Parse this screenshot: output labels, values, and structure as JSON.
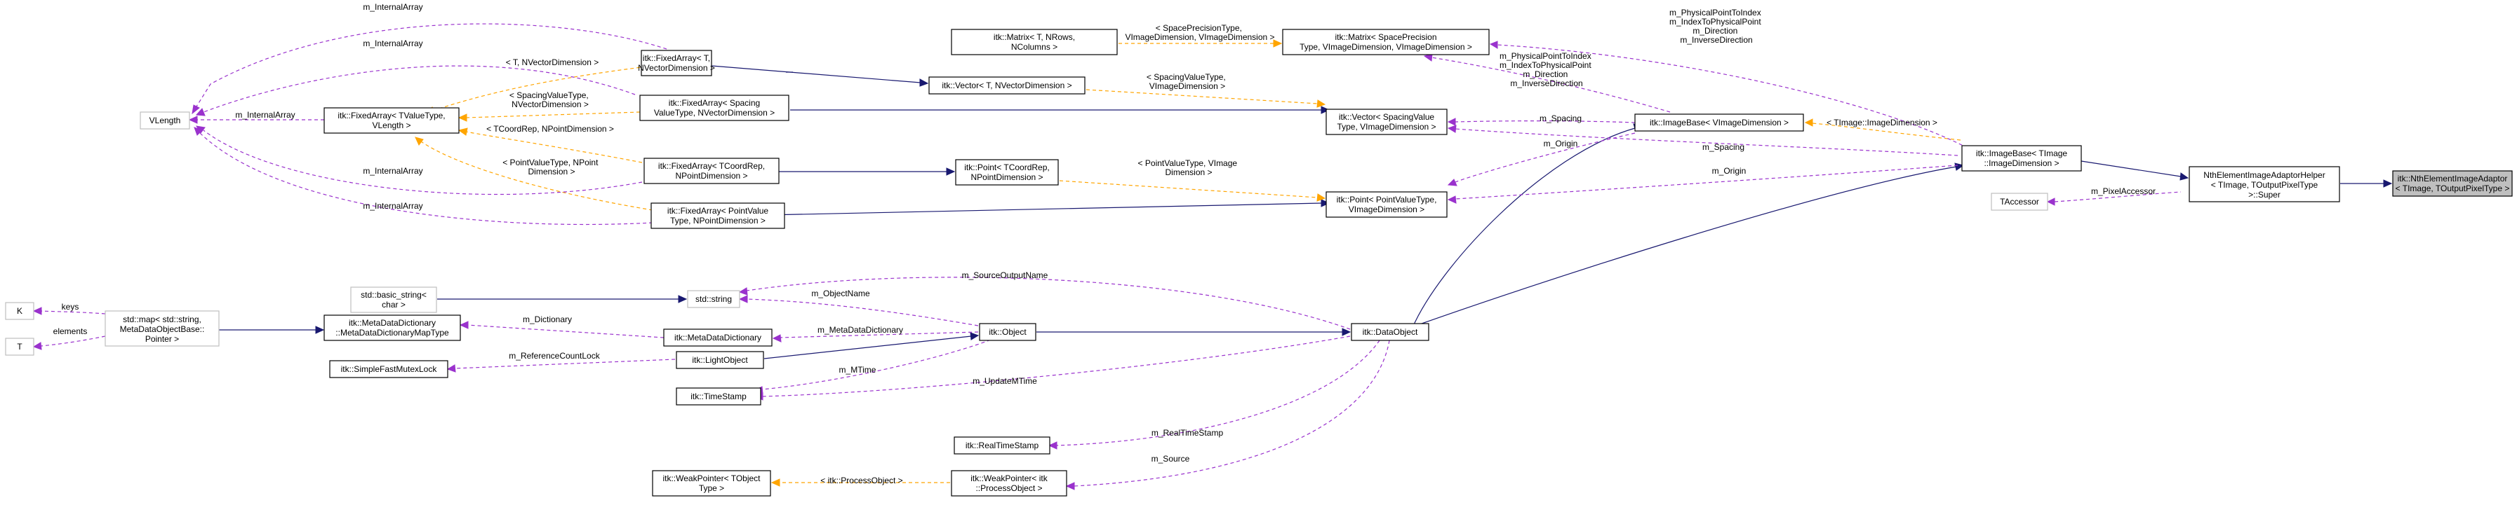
{
  "nodes": {
    "nth": [
      "itk::NthElementImageAdaptor",
      "< TImage, TOutputPixelType >"
    ],
    "helper": [
      "NthElementImageAdaptorHelper",
      "< TImage, TOutputPixelType",
      ">::Super"
    ],
    "taccessor": [
      "TAccessor"
    ],
    "imgbase_t": [
      "itk::ImageBase< TImage",
      "::ImageDimension >"
    ],
    "imgbase_v": [
      "itk::ImageBase< VImageDimension >"
    ],
    "matrix_nrows": [
      "itk::Matrix< T, NRows,",
      "NColumns >"
    ],
    "matrix_sp": [
      "itk::Matrix< SpacePrecision",
      "Type, VImageDimension, VImageDimension >"
    ],
    "vector_t": [
      "itk::Vector< T, NVectorDimension >"
    ],
    "vector_sp": [
      "itk::Vector< SpacingValue",
      "Type, VImageDimension >"
    ],
    "point_t": [
      "itk::Point< TCoordRep,",
      "NPointDimension >"
    ],
    "point_p": [
      "itk::Point< PointValueType,",
      "VImageDimension >"
    ],
    "fa_t": [
      "itk::FixedArray< T,",
      "NVectorDimension >"
    ],
    "fa_sp": [
      "itk::FixedArray< Spacing",
      "ValueType, NVectorDimension >"
    ],
    "fa_tv": [
      "itk::FixedArray< TValueType,",
      "VLength >"
    ],
    "fa_tc": [
      "itk::FixedArray< TCoordRep,",
      "NPointDimension >"
    ],
    "fa_pv": [
      "itk::FixedArray< PointValue",
      "Type, NPointDimension >"
    ],
    "vlength": [
      "VLength"
    ],
    "dataobject": [
      "itk::DataObject"
    ],
    "object": [
      "itk::Object"
    ],
    "lightobject": [
      "itk::LightObject"
    ],
    "timestamp": [
      "itk::TimeStamp"
    ],
    "mdd": [
      "itk::MetaDataDictionary"
    ],
    "mddmap": [
      "itk::MetaDataDictionary",
      "::MetaDataDictionaryMapType"
    ],
    "stdmap": [
      "std::map< std::string,",
      "MetaDataObjectBase::",
      "Pointer >"
    ],
    "k": [
      "K"
    ],
    "t": [
      "T"
    ],
    "bstring": [
      "std::basic_string<",
      "char >"
    ],
    "string": [
      "std::string"
    ],
    "sfml": [
      "itk::SimpleFastMutexLock"
    ],
    "rts": [
      "itk::RealTimeStamp"
    ],
    "wp_po": [
      "itk::WeakPointer< itk",
      "::ProcessObject >"
    ],
    "wp_to": [
      "itk::WeakPointer< TObject",
      "Type >"
    ]
  },
  "edge_labels": {
    "pixel_accessor": [
      "m_PixelAccessor"
    ],
    "timage_dim": [
      "< TImage::ImageDimension >"
    ],
    "phys_block": [
      "m_PhysicalPointToIndex",
      "m_IndexToPhysicalPoint",
      "m_Direction",
      "m_InverseDirection"
    ],
    "phys_block2": [
      "m_PhysicalPointToIndex",
      "m_IndexToPhysicalPoint",
      "m_Direction",
      "m_InverseDirection"
    ],
    "spacing_a": [
      "m_Spacing"
    ],
    "spacing_b": [
      "m_Spacing"
    ],
    "origin_a": [
      "m_Origin"
    ],
    "origin_b": [
      "m_Origin"
    ],
    "sp_prec": [
      "< SpacePrecisionType,",
      "VImageDimension, VImageDimension >"
    ],
    "sp_val": [
      "< SpacingValueType,",
      "VImageDimension >"
    ],
    "pt_val": [
      "< PointValueType, VImage",
      "Dimension >"
    ],
    "t_nvec": [
      "< T, NVectorDimension >"
    ],
    "sp_nvec": [
      "< SpacingValueType,",
      "NVectorDimension >"
    ],
    "tc_npd": [
      "< TCoordRep, NPointDimension >"
    ],
    "pv_npd": [
      "< PointValueType, NPoint",
      "Dimension >"
    ],
    "ia1": [
      "m_InternalArray"
    ],
    "ia2": [
      "m_InternalArray"
    ],
    "ia3": [
      "m_InternalArray"
    ],
    "ia4": [
      "m_InternalArray"
    ],
    "ia5": [
      "m_InternalArray"
    ],
    "src_out": [
      "m_SourceOutputName"
    ],
    "obj_name": [
      "m_ObjectName"
    ],
    "dictionary": [
      "m_Dictionary"
    ],
    "mdd_lbl": [
      "m_MetaDataDictionary"
    ],
    "reflock": [
      "m_ReferenceCountLock"
    ],
    "mtime": [
      "m_MTime"
    ],
    "upd": [
      "m_UpdateMTime"
    ],
    "rts_lbl": [
      "m_RealTimeStamp"
    ],
    "source": [
      "m_Source"
    ],
    "procobj": [
      "< itk::ProcessObject >"
    ],
    "keys": [
      "keys"
    ],
    "elements": [
      "elements"
    ]
  }
}
